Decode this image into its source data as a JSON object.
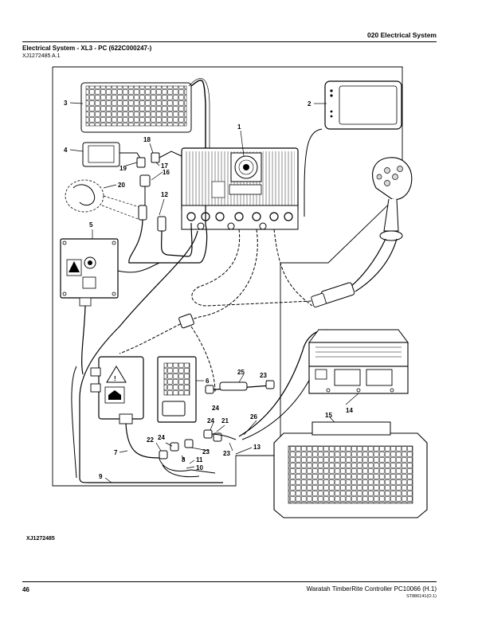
{
  "header": {
    "section": "020  Electrical System"
  },
  "title": "Electrical System - XL3 - PC (622C000247-)",
  "figure_ref": "XJ1272485 A.1",
  "figure_id": "XJ1272485",
  "callouts": {
    "c1": "1",
    "c2": "2",
    "c3": "3",
    "c4": "4",
    "c5": "5",
    "c6": "6",
    "c7": "7",
    "c8": "8",
    "c9": "9",
    "c10": "10",
    "c11": "11",
    "c12": "12",
    "c13": "13",
    "c14": "14",
    "c15": "15",
    "c16": "16",
    "c17": "17",
    "c18": "18",
    "c19": "19",
    "c20": "20",
    "c21": "21",
    "c22": "22",
    "c23a": "23",
    "c23b": "23",
    "c23c": "23",
    "c24a": "24",
    "c24b": "24",
    "c24c": "24",
    "c25": "25",
    "c26": "26"
  },
  "footer": {
    "page_number": "46",
    "publication": "Waratah TimberRite Controller   PC10066   (H.1)",
    "code": "ST886141(O.1)"
  },
  "colors": {
    "line": "#000000",
    "fill_light": "#f2f2f2",
    "key": "#d9d9d9"
  }
}
